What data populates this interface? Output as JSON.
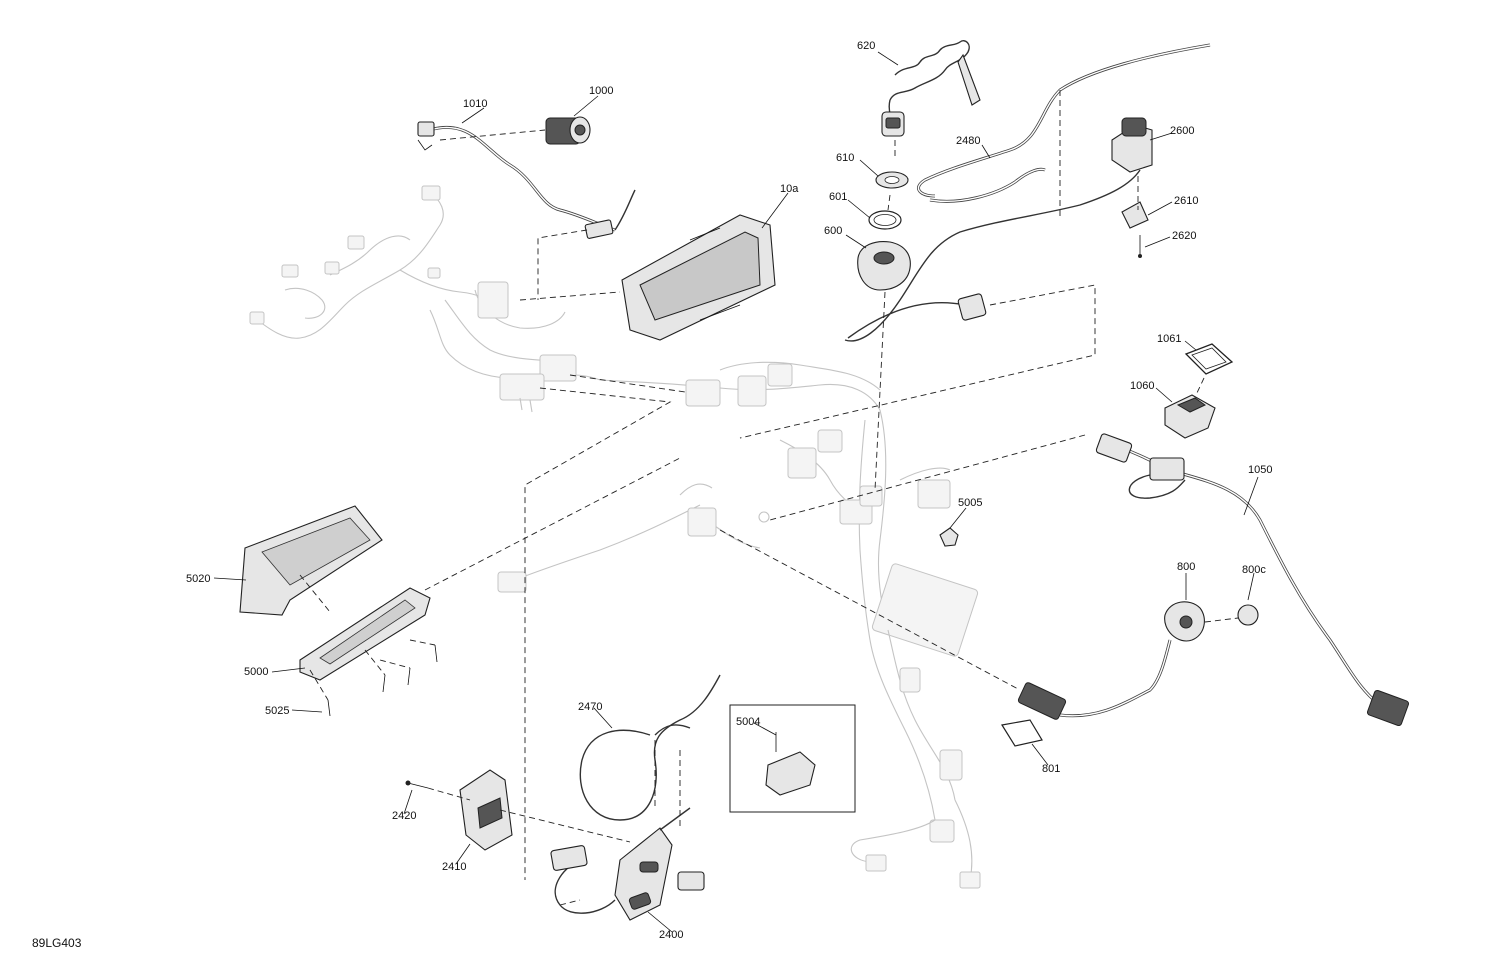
{
  "diagram_code": "89LG403",
  "callouts": [
    {
      "id": "620",
      "label": "620"
    },
    {
      "id": "1010",
      "label": "1010"
    },
    {
      "id": "1000",
      "label": "1000"
    },
    {
      "id": "2480",
      "label": "2480"
    },
    {
      "id": "2600",
      "label": "2600"
    },
    {
      "id": "610",
      "label": "610"
    },
    {
      "id": "10a",
      "label": "10a"
    },
    {
      "id": "601",
      "label": "601"
    },
    {
      "id": "2610",
      "label": "2610"
    },
    {
      "id": "600",
      "label": "600"
    },
    {
      "id": "2620",
      "label": "2620"
    },
    {
      "id": "1061",
      "label": "1061"
    },
    {
      "id": "1060",
      "label": "1060"
    },
    {
      "id": "1050",
      "label": "1050"
    },
    {
      "id": "5005",
      "label": "5005"
    },
    {
      "id": "5020",
      "label": "5020"
    },
    {
      "id": "800",
      "label": "800"
    },
    {
      "id": "800c",
      "label": "800c"
    },
    {
      "id": "5000",
      "label": "5000"
    },
    {
      "id": "5025",
      "label": "5025"
    },
    {
      "id": "2470",
      "label": "2470"
    },
    {
      "id": "5004",
      "label": "5004"
    },
    {
      "id": "801",
      "label": "801"
    },
    {
      "id": "2420",
      "label": "2420"
    },
    {
      "id": "2410",
      "label": "2410"
    },
    {
      "id": "2400",
      "label": "2400"
    }
  ]
}
